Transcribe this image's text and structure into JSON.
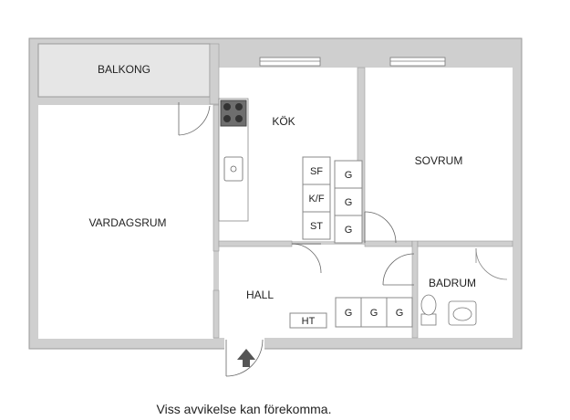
{
  "rooms": {
    "balkong": "BALKONG",
    "kok": "KÖK",
    "sovrum": "SOVRUM",
    "vardagsrum": "VARDAGSRUM",
    "hall": "HALL",
    "badrum": "BADRUM"
  },
  "fixtures": {
    "sf": "SF",
    "kf": "K/F",
    "st": "ST",
    "g": "G",
    "ht": "HT"
  },
  "footer": {
    "note": "Viss avvikelse kan förekomma."
  },
  "colors": {
    "wall": "#cfcfcf",
    "wall_edge": "#9a9a9a",
    "balcony": "#e6e6e6",
    "floor": "#ffffff",
    "line": "#555555"
  }
}
